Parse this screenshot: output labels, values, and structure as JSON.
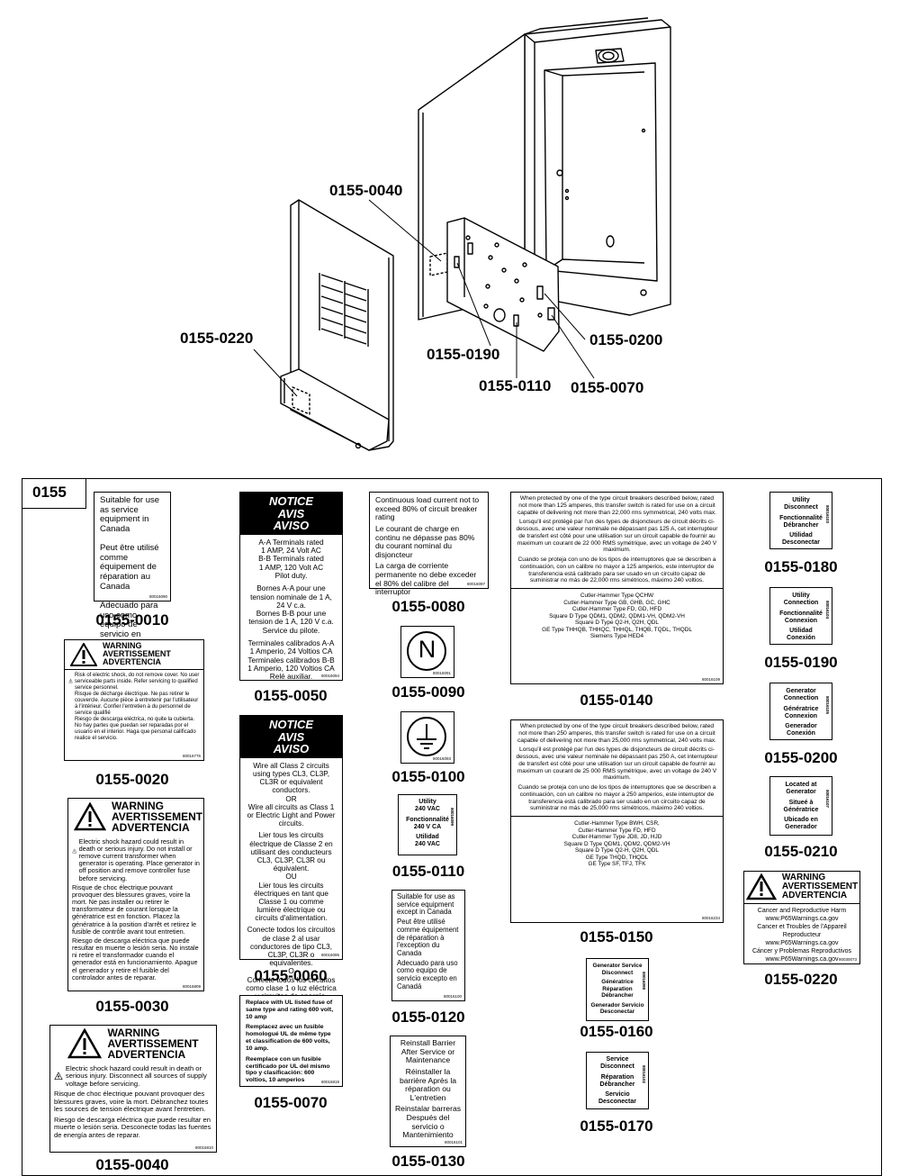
{
  "callouts": {
    "c0040": "0155-0040",
    "c0220": "0155-0220",
    "c0190": "0155-0190",
    "c0200": "0155-0200",
    "c0110": "0155-0110",
    "c0070": "0155-0070"
  },
  "kit": {
    "title": "0155"
  },
  "labels": {
    "l0010": {
      "part": "0155-0010",
      "text": "Suitable for use as service equipment in Canada\n\nPeut être utilisé comme équipement de réparation au Canada\n\nAdecuado para uso como equipo de servicio en Canadá",
      "code": "80016090"
    },
    "l0020": {
      "part": "0155-0020",
      "head": "WARNING\nAVERTISSEMENT\nADVERTENCIA",
      "text": "Risk of electric shock, do not remove cover. No user serviceable parts inside. Refer servicing to qualified service personnel.\nRisque de décharge électrique. Ne pas retirer le couvercle. Aucune pièce à entretenir par l'utilisateur à l'intérieur. Confier l'entretien à du personnel de service qualifié\nRiesgo de descarga eléctrica, no quite la cubierta. No hay partes que puedan ser reparadas por el usuario en el interior. Haga que personal calificado realice el servicio.",
      "code": "80016776"
    },
    "l0030": {
      "part": "0155-0030",
      "head": "WARNING\nAVERTISSEMENT\nADVERTENCIA",
      "text1": "Electric shock hazard could result in death or serious injury. Do not install or remove current transformer when generator is operating. Place generator in off position and remove controller fuse before servicing.",
      "text2": "Risque de choc électrique pouvant provoquer des blessures graves, voire la mort. Ne pas installer ou retirer le transformateur de courant lorsque la génératrice est en fonction. Placez la génératrice à la position d'arrêt et retirez le fusible de contrôle avant tout entretien.",
      "text3": "Riesgo de descarga eléctrica que puede resultar en muerte o lesión seria. No instale ni retire el transformador cuando el generador está en funcionamiento. Apague el generador y retire el fusible del controlador antes de reparar.",
      "code": "80015809"
    },
    "l0040": {
      "part": "0155-0040",
      "head": "WARNING\nAVERTISSEMENT\nADVERTENCIA",
      "text1": "Electric shock hazard could result in death or serious injury. Disconnect all sources of supply voltage before servicing.",
      "text2": "Risque de choc électrique pouvant provoquer des blessures graves, voire la mort. Débranchez toutes les sources de tension électrique avant l'entretien.",
      "text3": "Riesgo de descarga eléctrica que puede resultar en muerte o lesión seria. Desconecte todas las fuentes de energía antes de reparar.",
      "code": "80015810"
    },
    "l0050": {
      "part": "0155-0050",
      "head": "NOTICE\nAVIS\nAVISO",
      "text1": "A-A Terminals rated\n1 AMP, 24 Volt AC\nB-B Terminals rated\n1 AMP, 120 Volt AC\nPilot duty.",
      "text2": "Bornes A-A pour une tension nominale de 1 A, 24 V c.a.\nBornes B-B pour une tension de 1 A, 120 V c.a.\nService du pilote.",
      "text3": "Terminales calibrados A-A\n1 Amperio, 24 Voltios CA\nTerminales calibrados B-B\n1 Amperio, 120 Voltios CA\nRelé auxiliar.",
      "code": "80016094"
    },
    "l0060": {
      "part": "0155-0060",
      "head": "NOTICE\nAVIS\nAVISO",
      "text1": "Wire all Class 2 circuits using types CL3, CL3P, CL3R or equivalent conductors.\nOR\nWire all circuits as Class 1 or Electric Light and Power circuits.",
      "text2": "Lier tous les circuits électrique de Classe 2 en utilisant des conducteurs CL3, CL3P, CL3R ou équivalent.\nOU\nLier tous les circuits électriques en tant que Classe 1 ou comme lumière électrique ou circuits d'alimentation.",
      "text3": "Conecte todos los circuitos de clase 2 al usar conductores de tipo CL3, CL3P, CL3R o equivalentes.\nO\nConecte todos los circuitos como clase 1 o luz eléctrica y circuitos de energía.",
      "code": "80016095"
    },
    "l0070": {
      "part": "0155-0070",
      "text1": "Replace with UL listed fuse of same type and rating 600 volt, 10 amp",
      "text2": "Remplacez avec un fusible homologué UL de même type et classification de 600 volts, 10 amp.",
      "text3": "Reemplace con un fusible certificado por UL del mismo tipo y clasificación: 600 voltios, 10 amperios",
      "code": "80015819"
    },
    "l0080": {
      "part": "0155-0080",
      "text1": "Continuous load current not to exceed 80% of circuit breaker rating",
      "text2": "Le courant de charge en continu ne dépasse pas 80% du courant nominal du disjoncteur",
      "text3": "La carga de corriente permanente no debe exceder el 80% del calibre del interruptor",
      "code": "80016097"
    },
    "l0090": {
      "part": "0155-0090",
      "symbol": "N",
      "code": "80016091"
    },
    "l0100": {
      "part": "0155-0100",
      "code": "80016093"
    },
    "l0110": {
      "part": "0155-0110",
      "text1": "Utility\n240 VAC",
      "text2": "Fonctionnalité\n240 V CA",
      "text3": "Utilidad\n240 VAC",
      "code": "80016099"
    },
    "l0120": {
      "part": "0155-0120",
      "text1": "Suitable for use as service equipment except in Canada",
      "text2": "Peut être utilisé comme équipement de réparation à l'exception du Canada",
      "text3": "Adecuado para uso como equipo de servicio excepto en Canadá",
      "code": "80016100"
    },
    "l0130": {
      "part": "0155-0130",
      "text1": "Reinstall Barrier After Service or Maintenance",
      "text2": "Réinstaller la barrière Après la réparation ou L'entretien",
      "text3": "Reinstalar barreras Después del servicio o Mantenimiento",
      "code": "80016101"
    },
    "l0140": {
      "part": "0155-0140",
      "p1": "When protected by one of the type circuit breakers described below, rated not more than 125 amperes, this transfer switch is rated for use on a circuit capable of delivering not more than 22,000 rms symmetrical, 240 volts max.",
      "p2": "Lorsqu'il est protégé par l'un des types de disjoncteurs de circuit décrits ci-dessous, avec une valeur nominale ne dépassant pas 125 A, cet interrupteur de transfert est côté pour une utilisation sur un circuit capable de fournir au maximum un courant de 22 000 RMS symétrique, avec un voltage de 240 V maximum.",
      "p3": "Cuando se proteja con uno de los tipos de interruptores que se describen a continuación, con un calibre no mayor a 125 amperios, este interruptor de transferencia está calibrado para ser usado en un circuito capaz de suministrar no más de 22,000 rms simétricos, máximo 240 voltios.",
      "list": "Cutler-Hammer Type QCHW\nCutler-Hammer Type GB, GHB, GC, GHC\nCutler-Hammer Type FD, GD, HFD\nSquare D Type QDM1, QDM2, QDM1-VH, QDM2-VH\nSquare D Type Q2-H, Q2H, QDL\nGE Type THHQB, THHQC, THHQL, THQB, TQDL, THQDL\nSiemens Type HED4",
      "code": "80016109"
    },
    "l0150": {
      "part": "0155-0150",
      "p1": "When protected by one of the type circuit breakers described below, rated not more than 250 amperes, this transfer switch is rated for use on a circuit capable of delivering not more than 25,000 rms symmetrical, 240 volts max.",
      "p2": "Lorsqu'il est protégé par l'un des types de disjoncteurs de circuit décrits ci-dessous, avec une valeur nominale ne dépassant pas 250 A, cet interrupteur de transfert est côté pour une utilisation sur un circuit capable de fournir au maximum un courant de 25 000 RMS symétrique, avec un voltage de 240 V maximum.",
      "p3": "Cuando se proteja con uno de los tipos de interruptores que se describen a continuación, con un calibre no mayor a 250 amperios, este interruptor de transferencia está calibrado para ser usado en un circuito capaz de suministrar no más de 25,000 rms simétricos, máximo 240 voltios.",
      "list": "Cutler-Hammer Type BWH, CSR,\nCutler-Hammer Type FD, HFD\nCutler-Hammer Type JD8, JD, HJD\nSquare D Type QDM1, QDM2, QDM2-VH\nSquare D Type Q2-H, Q2H, QDL\nGE Type THQD, THQDL\nGE Type SF, TFJ, TFK",
      "code": "80016234"
    },
    "l0160": {
      "part": "0155-0160",
      "text1": "Generator Service Disconnect",
      "text2": "Génératrice Réparation Débrancher",
      "text3": "Generador Servicio Desconectar",
      "code": "80016098"
    },
    "l0170": {
      "part": "0155-0170",
      "text1": "Service\nDisconnect",
      "text2": "Réparation\nDébrancher",
      "text3": "Servicio\nDesconectar",
      "code": "80016102"
    },
    "l0180": {
      "part": "0155-0180",
      "text1": "Utility\nDisconnect",
      "text2": "Fonctionnalité\nDébrancher",
      "text3": "Utilidad\nDesconectar",
      "code": "80016103"
    },
    "l0190": {
      "part": "0155-0190",
      "text1": "Utility\nConnection",
      "text2": "Fonctionnalité\nConnexion",
      "text3": "Utilidad\nConexión",
      "code": "80016104"
    },
    "l0200": {
      "part": "0155-0200",
      "text1": "Generator\nConnection",
      "text2": "Génératrice\nConnexion",
      "text3": "Generador\nConexión",
      "code": "80016105"
    },
    "l0210": {
      "part": "0155-0210",
      "text1": "Located at\nGenerator",
      "text2": "Situeé à\nGénératrice",
      "text3": "Ubicado en\nGenerador",
      "code": "80016107"
    },
    "l0220": {
      "part": "0155-0220",
      "head": "WARNING\nAVERTISSEMENT\nADVERTENCIA",
      "text": "Cancer and Reproductive Harm\nwww.P65Warnings.ca.gov\nCancer et Troubles de l'Appareil Reproducteur\nwww.P65Warnings.ca.gov\nCáncer y Problemas Reproductivos\nwww.P65Warnings.ca.gov",
      "code": "80030073"
    }
  }
}
